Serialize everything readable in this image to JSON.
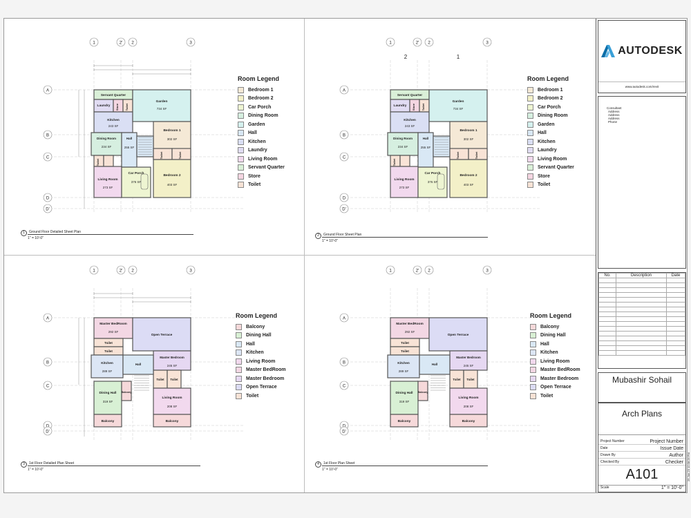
{
  "legends": {
    "ground": {
      "title": "Room Legend",
      "items": [
        {
          "label": "Bedroom 1",
          "color": "#f5e9d6"
        },
        {
          "label": "Bedroom 2",
          "color": "#f3f0c8"
        },
        {
          "label": "Car Porch",
          "color": "#eef5d2"
        },
        {
          "label": "Dining Room",
          "color": "#d6efe0"
        },
        {
          "label": "Garden",
          "color": "#d5f1ef"
        },
        {
          "label": "Hall",
          "color": "#d9e8f5"
        },
        {
          "label": "Kitchen",
          "color": "#dadff4"
        },
        {
          "label": "Laundry",
          "color": "#e1dcf3"
        },
        {
          "label": "Living Room",
          "color": "#f2d9ee"
        },
        {
          "label": "Servant Quarter",
          "color": "#daf0d8"
        },
        {
          "label": "Store",
          "color": "#f5d6e2"
        },
        {
          "label": "Toilet",
          "color": "#f8e3d6"
        }
      ]
    },
    "first": {
      "title": "Room Legend",
      "items": [
        {
          "label": "Balcony",
          "color": "#f6d9da"
        },
        {
          "label": "Dining Hall",
          "color": "#d8f0d4"
        },
        {
          "label": "Hall",
          "color": "#d9e8f5"
        },
        {
          "label": "Kitchen",
          "color": "#dce6f5"
        },
        {
          "label": "Living Room",
          "color": "#f2d9ee"
        },
        {
          "label": "Master BedRoom",
          "color": "#f3d7e4"
        },
        {
          "label": "Master Bedroom",
          "color": "#e6d8f2"
        },
        {
          "label": "Open Terrace",
          "color": "#dcdcf5"
        },
        {
          "label": "Toilet",
          "color": "#f8e3d6"
        }
      ]
    }
  },
  "grid": {
    "cols": [
      "1",
      "2'",
      "2",
      "3"
    ],
    "rows_ground": [
      "A",
      "B",
      "C",
      "D",
      "D'"
    ],
    "rows_first": [
      "A",
      "B",
      "C",
      "D",
      "D'"
    ],
    "zone_labels": [
      "2",
      "1"
    ]
  },
  "ground_rooms": {
    "servant": "Servant Quarter",
    "laundry": "Laundry",
    "store": "Store",
    "toilet_s": "Toilet",
    "kitchen": "Kitchen",
    "kitchen_area": "243 SF",
    "garden": "Garden",
    "garden_area": "734 SF",
    "bedroom1": "Bedroom 1",
    "bedroom1_area": "302 SF",
    "dining": "Dining Room",
    "dining_area": "234 SF",
    "hall": "Hall",
    "hall_area": "255 SF",
    "toilet": "Toilet",
    "living": "Living Room",
    "living_area": "273 SF",
    "carporch": "Car Porch",
    "carporch_area": "376 SF",
    "bedroom2": "Bedroom 2",
    "bedroom2_area": "403 SF"
  },
  "first_rooms": {
    "masterbed": "Master BedRoom",
    "masterbed_area": "292 SF",
    "terrace": "Open Terrace",
    "toilet": "Toilet",
    "kitchen": "Kitchen",
    "kitchen_area": "289 SF",
    "hall": "Hall",
    "masterbed2": "Master Bedroom",
    "masterbed2_area": "245 SF",
    "dining": "Dining Hall",
    "dining_area": "319 SF",
    "balcony": "Balcony",
    "living": "Living Room",
    "living_area": "208 SF"
  },
  "views": [
    {
      "num": "1",
      "title": "Ground Floor Detailed Sheet Plan",
      "scale": "1\" = 10'-0\""
    },
    {
      "num": "2",
      "title": "Ground Floor Sheet Plan",
      "scale": "1\" = 10'-0\""
    },
    {
      "num": "3",
      "title": "1st Floor Detailed Plan Sheet",
      "scale": "1\" = 10'-0\""
    },
    {
      "num": "4",
      "title": "1st Floor Plan Sheet",
      "scale": "1\" = 10'-0\""
    }
  ],
  "titleblock": {
    "logo": "AUTODESK",
    "url": "www.autodesk.com/revit",
    "consultant": [
      "Consultant",
      "Address",
      "Address",
      "Address",
      "Phone"
    ],
    "rev_headers": {
      "no": "No.",
      "desc": "Description",
      "date": "Date"
    },
    "owner": "Mubashir Sohail",
    "project": "Arch Plans",
    "fields": [
      {
        "k": "Project Number",
        "v": "Project Number"
      },
      {
        "k": "Date",
        "v": "Issue Date"
      },
      {
        "k": "Drawn By",
        "v": "Author"
      },
      {
        "k": "Checked By",
        "v": "Checker"
      }
    ],
    "sheet": "A101",
    "scale_label": "Scale",
    "scale": "1\" = 10'-0\"",
    "stamp": "25-Jun-23 10:38:26 PM"
  },
  "colors": {
    "wall": "#555555",
    "grid": "#8a8a8a",
    "logo": "#0b6ea8"
  }
}
